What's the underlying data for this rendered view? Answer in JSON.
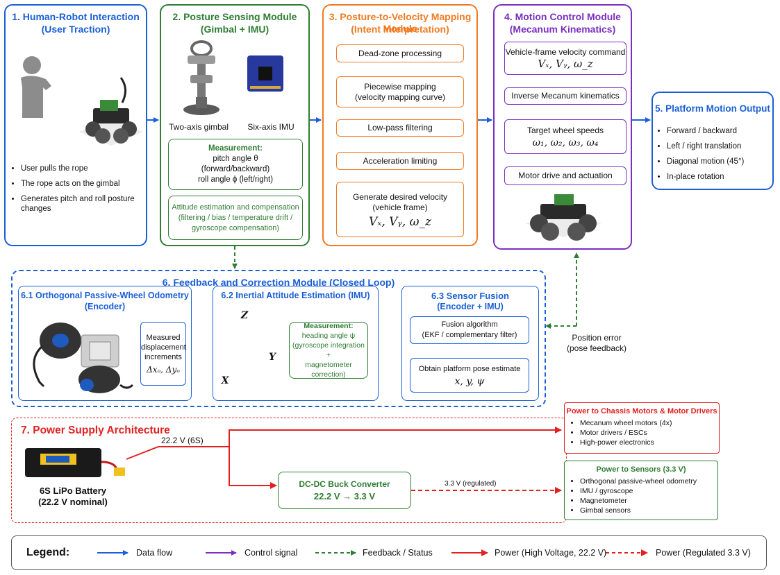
{
  "colors": {
    "data_flow": "#1a5fd6",
    "control": "#7a2fc0",
    "feedback": "#2e7d32",
    "power": "#e32020",
    "module3": "#ef7a22"
  },
  "m1": {
    "title1": "1. Human-Robot Interaction",
    "title2": "(User Traction)",
    "bullets": [
      "User pulls the rope",
      "The rope acts on the gimbal",
      "Generates pitch and roll posture changes"
    ]
  },
  "m2": {
    "title1": "2. Posture Sensing Module",
    "title2": "(Gimbal + IMU)",
    "gimbal_label": "Two-axis gimbal",
    "imu_label": "Six-axis IMU",
    "meas_title": "Measurement:",
    "meas_l1": "pitch angle θ",
    "meas_l2": "(forward/backward)",
    "meas_l3": "roll angle ϕ (left/right)",
    "att_l1": "Attitude estimation and compensation",
    "att_l2": "(filtering / bias / temperature drift /",
    "att_l3": "gyroscope compensation)"
  },
  "m3": {
    "title1": "3. Posture-to-Velocity Mapping Module",
    "title2": "(Intent Interpretation)",
    "s1": "Dead-zone processing",
    "s2a": "Piecewise mapping",
    "s2b": "(velocity mapping curve)",
    "s3": "Low-pass filtering",
    "s4": "Acceleration limiting",
    "s5a": "Generate desired velocity",
    "s5b": "(vehicle frame)",
    "s5c": "Vₓ,  Vᵧ,  ω_z"
  },
  "m4": {
    "title1": "4. Motion Control Module",
    "title2": "(Mecanum Kinematics)",
    "s1a": "Vehicle-frame velocity command",
    "s1b": "Vₓ,  Vᵧ,  ω_z",
    "s2": "Inverse Mecanum kinematics",
    "s3a": "Target wheel speeds",
    "s3b": "ω₁,  ω₂,  ω₃,  ω₄",
    "s4": "Motor drive and actuation"
  },
  "m5": {
    "title": "5. Platform Motion Output",
    "bullets": [
      "Forward / backward",
      "Left / right translation",
      "Diagonal motion (45°)",
      "In-place rotation"
    ]
  },
  "m6": {
    "title": "6. Feedback and Correction Module (Closed Loop)",
    "odo_t1": "6.1 Orthogonal Passive-Wheel Odometry",
    "odo_t2": "(Encoder)",
    "disp_l1": "Measured",
    "disp_l2": "displacement",
    "disp_l3": "increments",
    "disp_l4": "Δxₒ,  Δyₒ",
    "ine_title": "6.2 Inertial Attitude Estimation (IMU)",
    "axis_z": "Z",
    "axis_y": "Y",
    "axis_x": "X",
    "head_l1": "Measurement:",
    "head_l2": "heading angle ψ",
    "head_l3": "(gyroscope integration +",
    "head_l4": "magnetometer correction)",
    "fus_t1": "6.3 Sensor Fusion",
    "fus_t2": "(Encoder + IMU)",
    "fa_l1": "Fusion algorithm",
    "fa_l2": "(EKF / complementary filter)",
    "pe_l1": "Obtain platform pose estimate",
    "pe_l2": "x,  y,  ψ",
    "pos_err1": "Position error",
    "pos_err2": "(pose feedback)"
  },
  "m7": {
    "title": "7. Power Supply Architecture",
    "battery_l1": "6S LiPo Battery",
    "battery_l2": "(22.2 V nominal)",
    "hv_label": "22.2 V (6S)",
    "buck_l1": "DC-DC Buck Converter",
    "buck_l2": "22.2 V  →  3.3 V",
    "lv_label": "3.3 V (regulated)",
    "chassis_title": "Power to Chassis Motors & Motor Drivers",
    "chassis_items": [
      "Mecanum wheel motors (4x)",
      "Motor drivers / ESCs",
      "High-power electronics"
    ],
    "sensors_title": "Power to Sensors (3.3 V)",
    "sensors_items": [
      "Orthogonal passive-wheel odometry",
      "IMU / gyroscope",
      "Magnetometer",
      "Gimbal sensors"
    ]
  },
  "legend": {
    "title": "Legend:",
    "data_flow": "Data flow",
    "control": "Control signal",
    "feedback": "Feedback / Status",
    "power_hv": "Power (High Voltage, 22.2 V)",
    "power_lv": "Power (Regulated 3.3 V)"
  }
}
